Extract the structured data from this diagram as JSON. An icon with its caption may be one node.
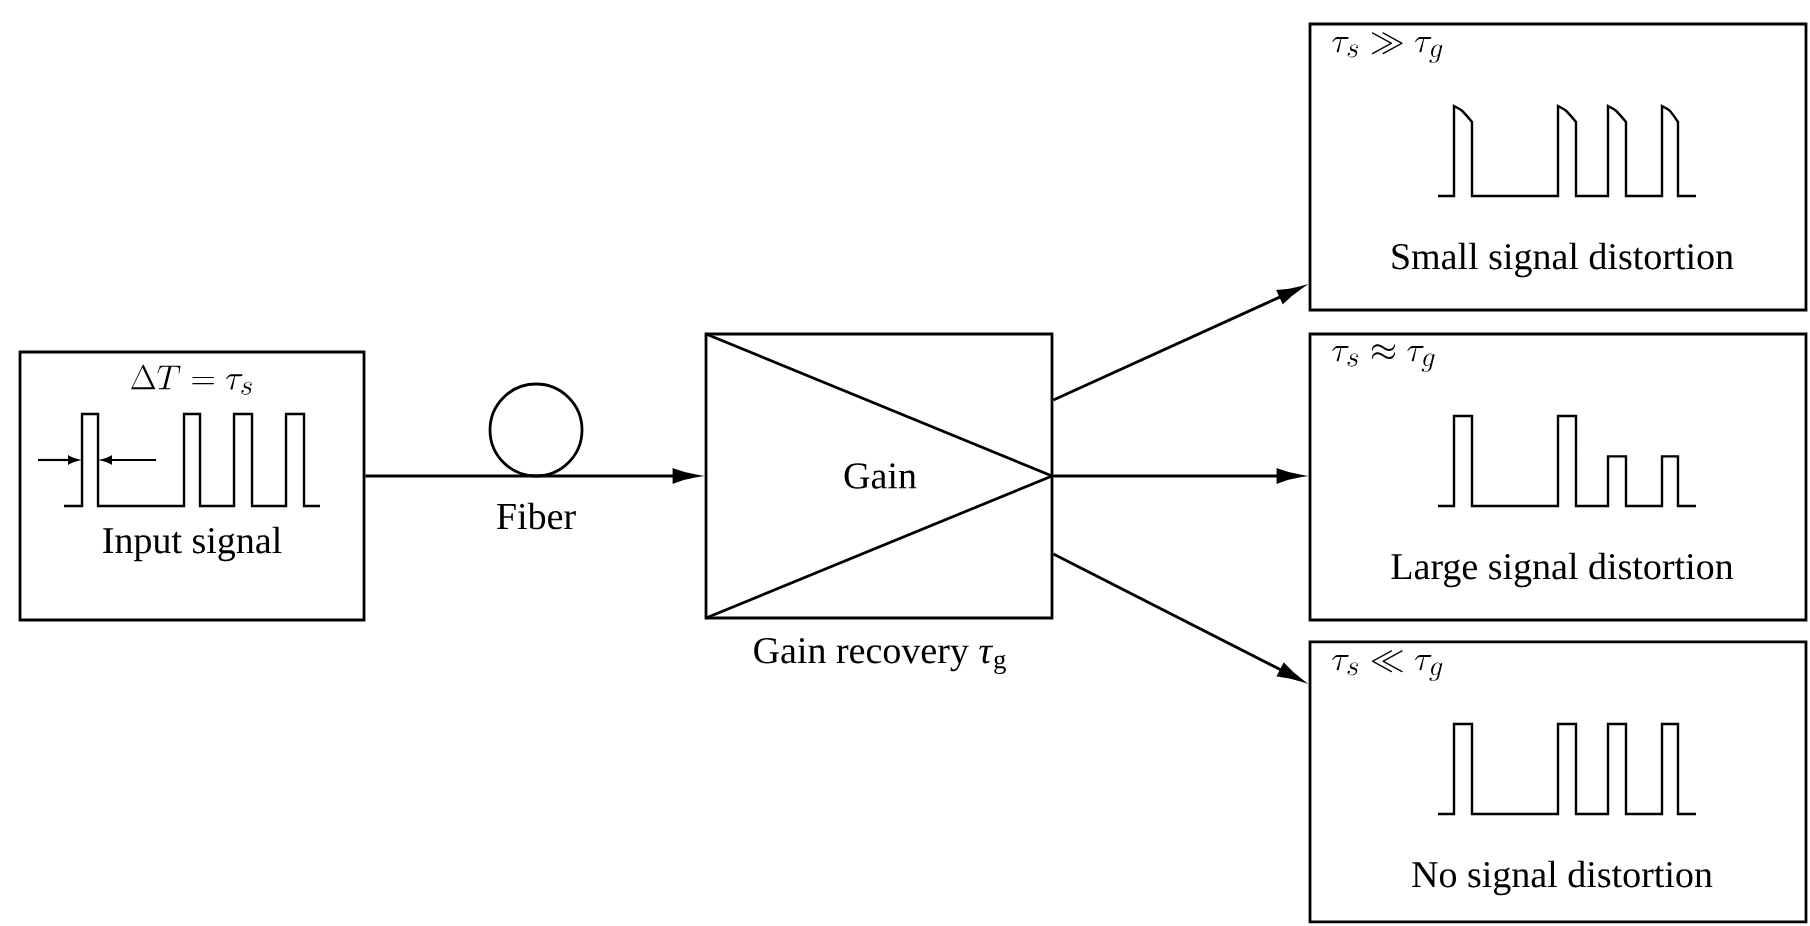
{
  "diagram": {
    "nodes": [
      {
        "text": [
          "\\Delta T = \\tau_s",
          "Input signal"
        ]
      },
      {
        "text": [
          "Gain"
        ],
        "beside": [
          "Gain recovery *τ*$_{g}$"
        ]
      },
      {
        "text": [
          "\\tau_s \\gg \\tau_g",
          "Small signal distortion"
        ]
      },
      {
        "text": [
          "\\tau_s \\approx \\tau_g",
          "Large signal distortion"
        ]
      },
      {
        "text": [
          "\\tau_s \\ll \\tau_g",
          "No signal distortion"
        ]
      }
    ],
    "edges": [
      {
        "from": 0,
        "to": 1,
        "arrow": "to",
        "label": "Fiber"
      },
      {
        "from": 1,
        "to": 2,
        "arrow": "to"
      },
      {
        "from": 1,
        "to": 3,
        "arrow": "to"
      },
      {
        "from": 1,
        "to": 4,
        "arrow": "to"
      }
    ]
  }
}
